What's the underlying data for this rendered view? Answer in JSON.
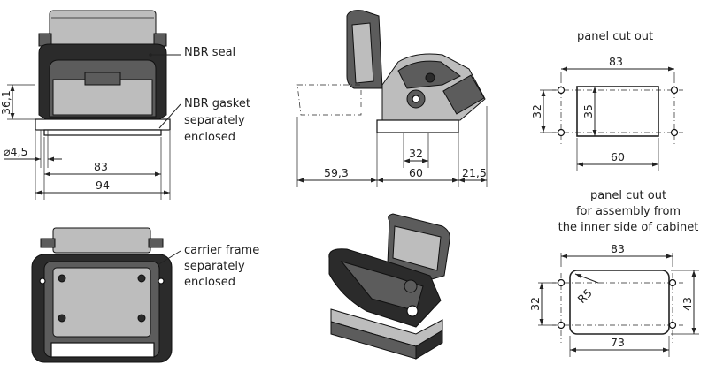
{
  "front_view": {
    "labels": {
      "nbr_seal": "NBR seal",
      "nbr_gasket": "NBR gasket",
      "separately": "separately",
      "enclosed": "enclosed"
    },
    "dims": {
      "height": "36,1",
      "hole": "⌀4,5",
      "inner_width": "83",
      "outer_width": "94"
    }
  },
  "bottom_view": {
    "labels": {
      "carrier_frame": "carrier frame",
      "separately": "separately",
      "enclosed": "enclosed"
    }
  },
  "side_view": {
    "dims": {
      "left": "59,3",
      "height": "32",
      "base": "60",
      "right": "21,5"
    }
  },
  "panel_cut_out": {
    "title": "panel cut out",
    "dims": {
      "width": "83",
      "height_outer": "32",
      "height_inner": "35",
      "bottom_width": "60"
    }
  },
  "panel_cut_out_inner": {
    "title_lines": [
      "panel cut out",
      "for assembly from",
      "the inner side of cabinet"
    ],
    "dims": {
      "width": "83",
      "left_height": "32",
      "radius": "R5",
      "right_height": "43",
      "bottom_width": "73"
    }
  }
}
